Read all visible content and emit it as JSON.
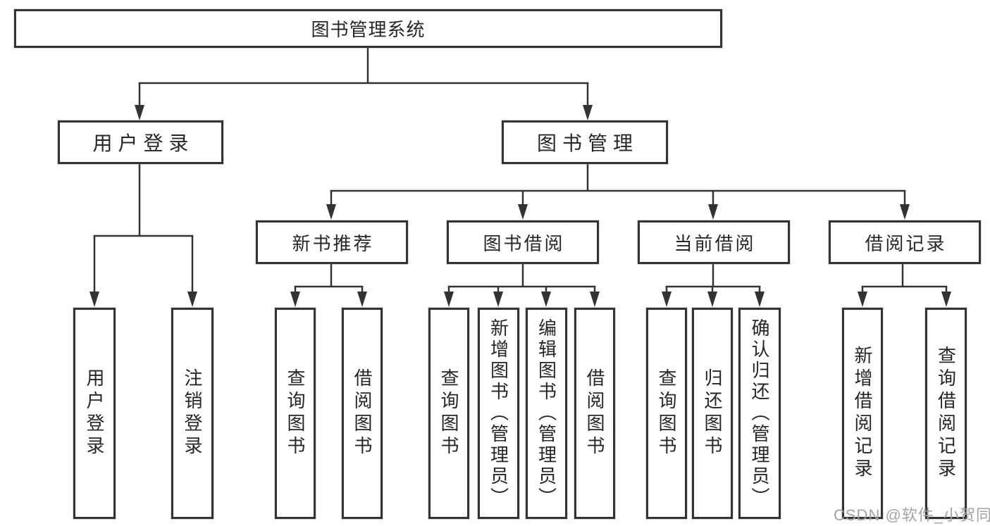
{
  "diagram_title": "图书管理系统",
  "tree": {
    "label": "图书管理系统",
    "children": [
      {
        "label": "用户登录",
        "children": [
          {
            "label": "用户登录"
          },
          {
            "label": "注销登录"
          }
        ]
      },
      {
        "label": "图书管理",
        "children": [
          {
            "label": "新书推荐",
            "children": [
              {
                "label": "查询图书"
              },
              {
                "label": "借阅图书"
              }
            ]
          },
          {
            "label": "图书借阅",
            "children": [
              {
                "label": "查询图书"
              },
              {
                "label": "新增图书（管理员）"
              },
              {
                "label": "编辑图书（管理员）"
              },
              {
                "label": "借阅图书"
              }
            ]
          },
          {
            "label": "当前借阅",
            "children": [
              {
                "label": "查询图书"
              },
              {
                "label": "归还图书"
              },
              {
                "label": "确认归还（管理员）"
              }
            ]
          },
          {
            "label": "借阅记录",
            "children": [
              {
                "label": "新增借阅记录"
              },
              {
                "label": "查询借阅记录"
              }
            ]
          }
        ]
      }
    ]
  },
  "watermark": {
    "text": "CSDN @软件_小贺同学"
  },
  "colors": {
    "line": "#333333",
    "box_border": "#333333",
    "text": "#262626",
    "background": "#ffffff",
    "watermark": "#a3a3a3"
  }
}
